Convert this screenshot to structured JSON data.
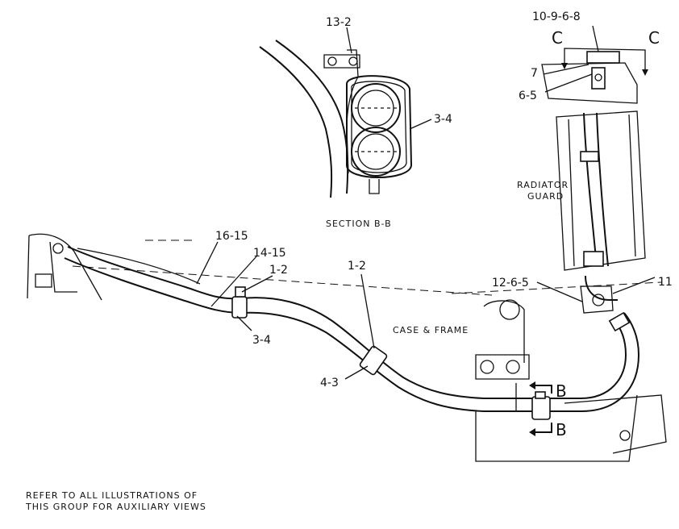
{
  "section_bb": {
    "title": "SECTION B-B",
    "labels": {
      "top_bolt": "13-2",
      "clip": "3-4"
    }
  },
  "detail_c": {
    "labels": {
      "top_group": "10-9-6-8",
      "c_left": "C",
      "c_right": "C",
      "item_7": "7",
      "item_6_5": "6-5",
      "radiator_line1": "RADIATOR",
      "radiator_line2": "GUARD",
      "item_12_6_5": "12-6-5",
      "item_11": "11"
    }
  },
  "main_view": {
    "labels": {
      "item_16_15": "16-15",
      "item_14_15": "14-15",
      "item_1_2_a": "1-2",
      "item_3_4": "3-4",
      "item_1_2_b": "1-2",
      "item_4_3": "4-3",
      "case_frame": "CASE & FRAME",
      "b_top": "B",
      "b_bottom": "B"
    }
  },
  "note": {
    "line1": "REFER TO ALL ILLUSTRATIONS OF",
    "line2": "THIS GROUP FOR AUXILIARY VIEWS"
  }
}
